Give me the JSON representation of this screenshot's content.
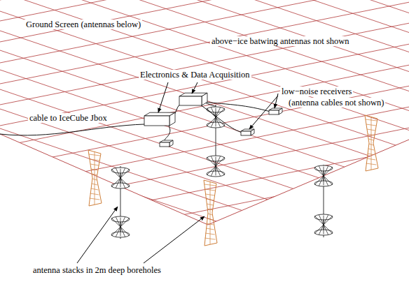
{
  "diagram": {
    "labels": [
      "Ground Screen (antennas below)",
      "above−ice batwing antennas not shown",
      "Electronics & Data Acquisition",
      "low−noise receivers",
      "(antenna cables not shown)",
      "cable to IceCube Jbox",
      "antenna stacks in 2m deep boreholes"
    ]
  }
}
